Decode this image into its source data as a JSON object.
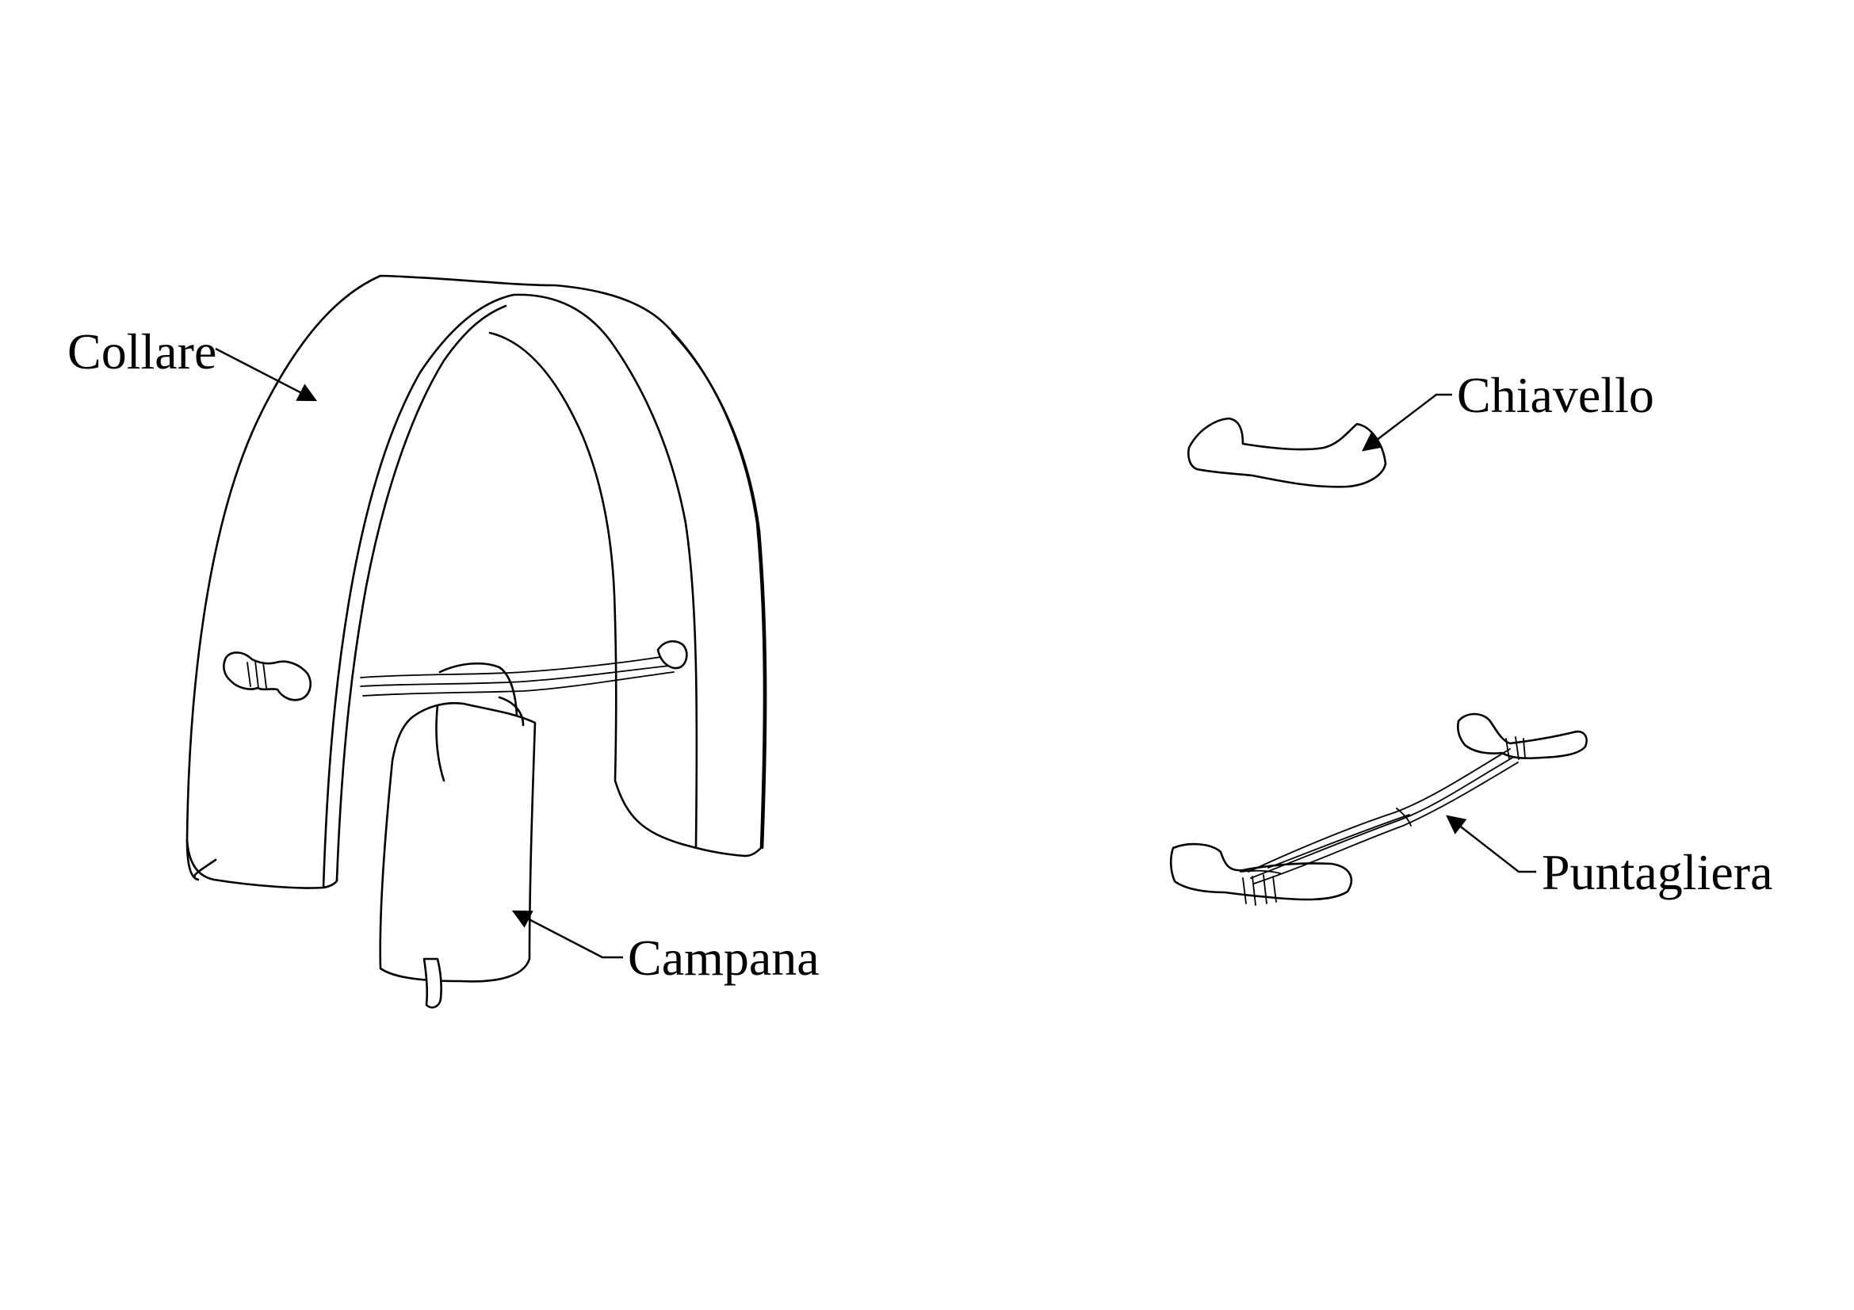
{
  "labels": {
    "collare": "Collare",
    "chiavello": "Chiavello",
    "campana": "Campana",
    "puntagliera": "Puntagliera"
  },
  "colors": {
    "ink": "#000000",
    "background": "#ffffff"
  }
}
